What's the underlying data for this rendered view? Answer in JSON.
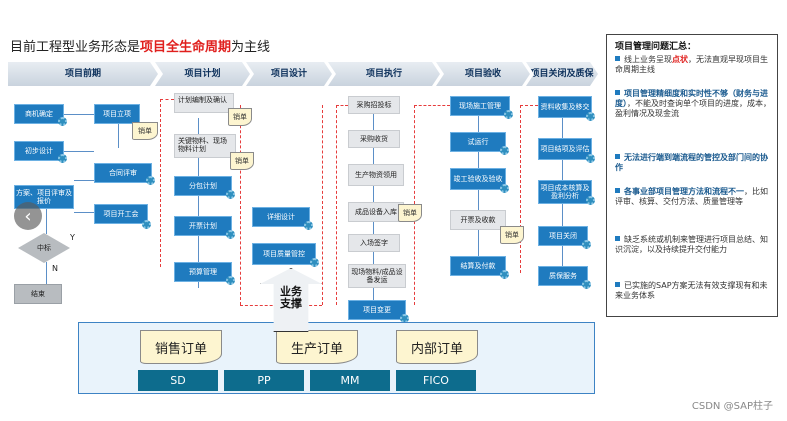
{
  "title": {
    "pre": "目前工程型业务形态是",
    "highlight": "项目全生命周期",
    "post": "为主线"
  },
  "phases": [
    "项目前期",
    "项目计划",
    "项目设计",
    "项目执行",
    "项目验收",
    "项目关闭及质保"
  ],
  "nodes": {
    "n1": "商机确定",
    "n2": "项目立项",
    "n3": "初步设计",
    "n4": "合同评审",
    "n5": "方案、项目评审及报价",
    "n6": "项目开工会",
    "n7": "中标",
    "n8": "结束",
    "n9": "计划编制及确认",
    "n10": "关键物料、现场物料计划",
    "n11": "分包计划",
    "n12": "开票计划",
    "n13": "预算管理",
    "n14": "详细设计",
    "n15": "项目质量管控",
    "n16": "采购招投标",
    "n17": "采购收货",
    "n18": "生产物资领用",
    "n19": "成品设备入库",
    "n20": "入场签字",
    "n21": "现场物料/成品设备发运",
    "n22": "项目变更",
    "n23": "现场施工管理",
    "n24": "试运行",
    "n25": "竣工验收及验收",
    "n26": "开票及收款",
    "n27": "结算及付款",
    "n28": "资料收集及移交",
    "n29": "项目结项及评估",
    "n30": "项目成本核算及盈利分析",
    "n31": "项目关闭",
    "n32": "质保服务"
  },
  "docs": {
    "d1": "销单",
    "d2": "销单",
    "d3": "销单",
    "d4": "销单",
    "d5": "销单"
  },
  "decision": {
    "yes": "Y",
    "no": "N"
  },
  "support": {
    "label": "业务支撑",
    "orders": [
      "销售订单",
      "生产订单",
      "内部订单"
    ],
    "modules": [
      "SD",
      "PP",
      "MM",
      "FICO"
    ]
  },
  "panel": {
    "title": "项目管理问题汇总：",
    "b1_pre": "线上业务呈现",
    "b1_hl": "点状",
    "b1_post": "，无法直观早现项目生命周期主线",
    "b2": "项目管理精细度和实时性不够（财务与进度）",
    "b2_rest": "，不能及时查询单个项目的进度，成本，盈利情况及现金流",
    "b3": "无法进行端到端流程的管控及部门间的协作",
    "b4": "各事业部项目管理方法和流程不一",
    "b4_rest": "，比如评审、核算、交付方法、质量管理等",
    "b5": "缺乏系统或机制来管理进行项目总结、知识沉淀，以及持续提升交付能力",
    "b6": "已实施的SAP方案无法有效支撑现有和未来业务体系"
  },
  "watermark": "CSDN @SAP柱子",
  "colors": {
    "phase_text": "#0b2f5a",
    "box": "#1f7bbf",
    "highlight": "#e0201e",
    "module": "#0d6c8d"
  }
}
